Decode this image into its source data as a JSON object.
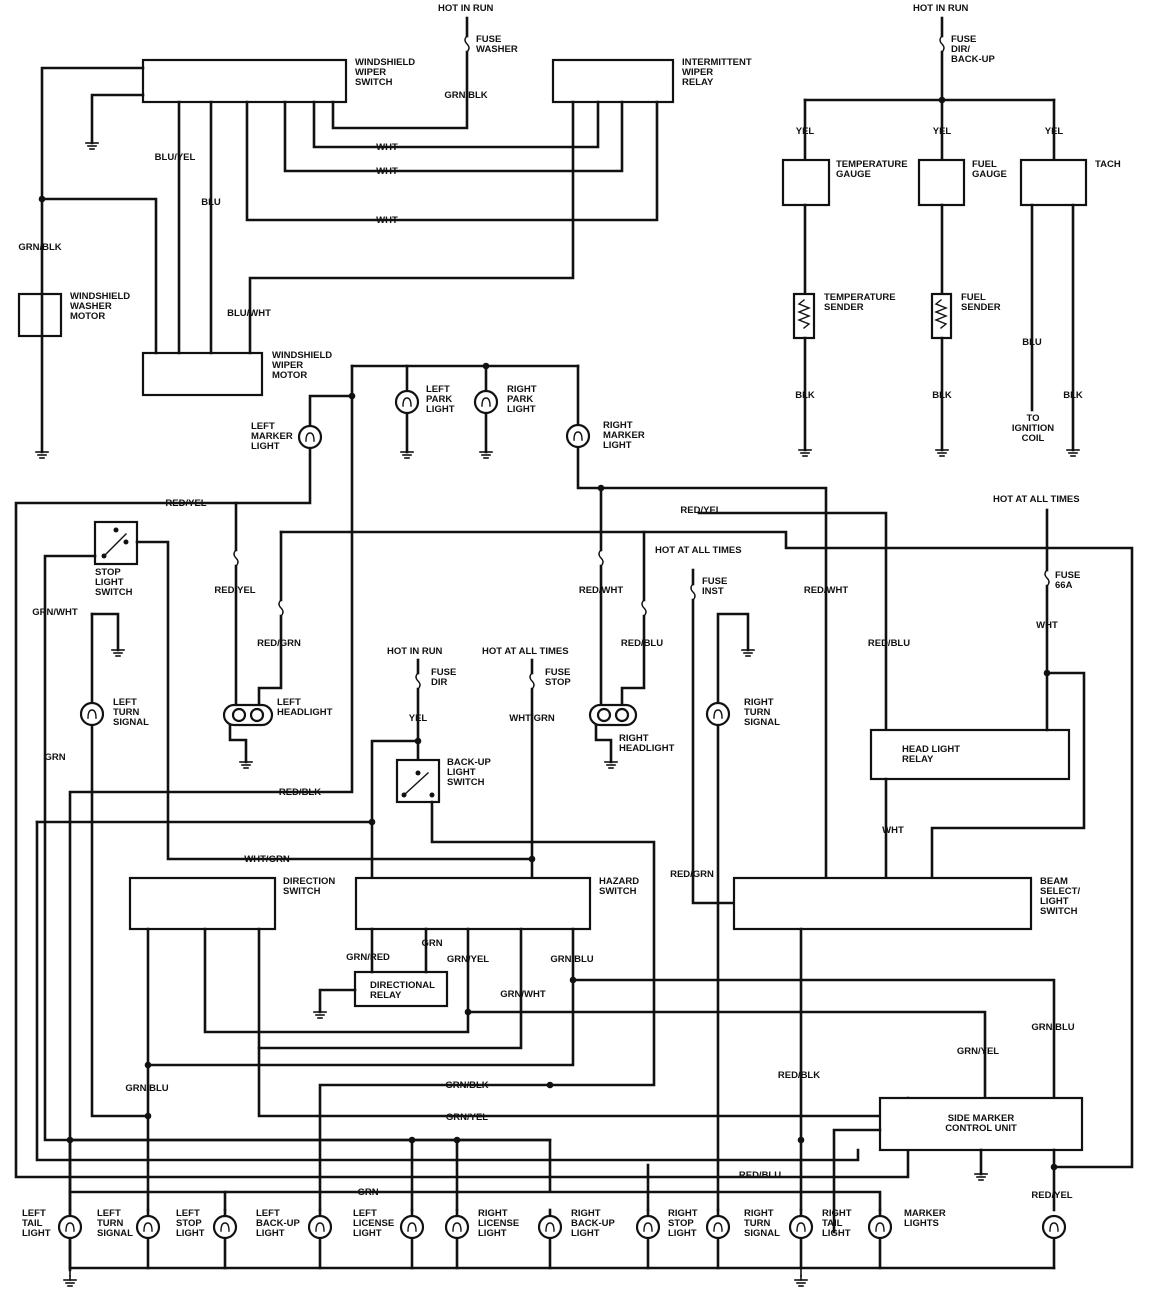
{
  "power": {
    "hot_in_run": "HOT IN RUN",
    "hot_at_all_times": "HOT AT ALL TIMES"
  },
  "fuses": {
    "washer": [
      "FUSE",
      "WASHER"
    ],
    "dir_backup": [
      "FUSE",
      "DIR/",
      "BACK-UP"
    ],
    "inst": [
      "FUSE",
      "INST"
    ],
    "dir": [
      "FUSE",
      "DIR"
    ],
    "stop": [
      "FUSE",
      "STOP"
    ],
    "f66a": [
      "FUSE",
      "66A"
    ]
  },
  "components": {
    "wiper_switch": [
      "WINDSHIELD",
      "WIPER",
      "SWITCH"
    ],
    "wiper_relay": [
      "INTERMITTENT",
      "WIPER",
      "RELAY"
    ],
    "washer_motor": [
      "WINDSHIELD",
      "WASHER",
      "MOTOR"
    ],
    "wiper_motor": [
      "WINDSHIELD",
      "WIPER",
      "MOTOR"
    ],
    "temp_gauge": [
      "TEMPERATURE",
      "GAUGE"
    ],
    "fuel_gauge": [
      "FUEL",
      "GAUGE"
    ],
    "tach": [
      "TACH"
    ],
    "temp_sender": [
      "TEMPERATURE",
      "SENDER"
    ],
    "fuel_sender": [
      "FUEL",
      "SENDER"
    ],
    "to_ignition": [
      "TO",
      "IGNITION",
      "COIL"
    ],
    "left_park": [
      "LEFT",
      "PARK",
      "LIGHT"
    ],
    "right_park": [
      "RIGHT",
      "PARK",
      "LIGHT"
    ],
    "left_marker": [
      "LEFT",
      "MARKER",
      "LIGHT"
    ],
    "right_marker": [
      "RIGHT",
      "MARKER",
      "LIGHT"
    ],
    "stop_switch": [
      "STOP",
      "LIGHT",
      "SWITCH"
    ],
    "left_headlight": [
      "LEFT",
      "HEADLIGHT"
    ],
    "right_headlight": [
      "RIGHT",
      "HEADLIGHT"
    ],
    "left_turn_front": [
      "LEFT",
      "TURN",
      "SIGNAL"
    ],
    "right_turn_front": [
      "RIGHT",
      "TURN",
      "SIGNAL"
    ],
    "backup_switch": [
      "BACK-UP",
      "LIGHT",
      "SWITCH"
    ],
    "headlight_relay": [
      "HEAD LIGHT",
      "RELAY"
    ],
    "direction_switch": [
      "DIRECTION",
      "SWITCH"
    ],
    "hazard_switch": [
      "HAZARD",
      "SWITCH"
    ],
    "beam_switch": [
      "BEAM",
      "SELECT/",
      "LIGHT",
      "SWITCH"
    ],
    "directional_relay": [
      "DIRECTIONAL",
      "RELAY"
    ],
    "side_marker_unit": [
      "SIDE MARKER",
      "CONTROL UNIT"
    ]
  },
  "wires": {
    "grn_blk": "GRN/BLK",
    "blu_yel": "BLU/YEL",
    "blu": "BLU",
    "wht": "WHT",
    "blu_wht": "BLU/WHT",
    "yel": "YEL",
    "blk": "BLK",
    "red_yel": "RED/YEL",
    "red_wht": "RED/WHT",
    "red_grn": "RED/GRN",
    "red_blu": "RED/BLU",
    "grn_wht": "GRN/WHT",
    "grn": "GRN",
    "red_blk": "RED/BLK",
    "wht_grn": "WHT/GRN",
    "grn_red": "GRN/RED",
    "grn_yel": "GRN/YEL",
    "grn_blu": "GRN/BLU"
  },
  "rear_lights": [
    [
      "LEFT",
      "TAIL",
      "LIGHT"
    ],
    [
      "LEFT",
      "TURN",
      "SIGNAL"
    ],
    [
      "LEFT",
      "STOP",
      "LIGHT"
    ],
    [
      "LEFT",
      "BACK-UP",
      "LIGHT"
    ],
    [
      "LEFT",
      "LICENSE",
      "LIGHT"
    ],
    [
      "RIGHT",
      "LICENSE",
      "LIGHT"
    ],
    [
      "RIGHT",
      "BACK-UP",
      "LIGHT"
    ],
    [
      "RIGHT",
      "STOP",
      "LIGHT"
    ],
    [
      "RIGHT",
      "TURN",
      "SIGNAL"
    ],
    [
      "RIGHT",
      "TAIL",
      "LIGHT"
    ],
    [
      "MARKER",
      "LIGHTS"
    ]
  ]
}
